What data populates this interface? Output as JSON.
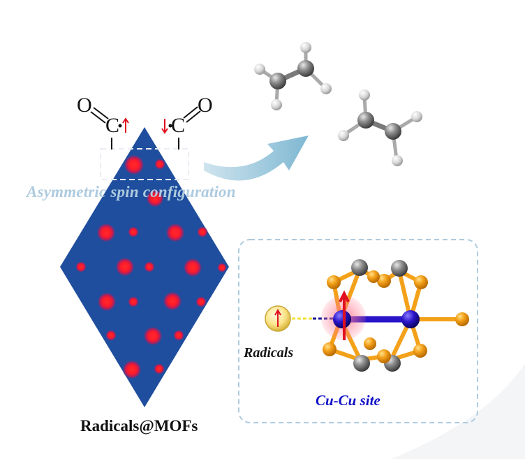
{
  "co_left": {
    "o": "O",
    "c": "C"
  },
  "co_right": {
    "c": "C",
    "o": "O"
  },
  "spin_caption": "Asymmetric spin configuration",
  "radicals_label": "Radicals",
  "site_label": "Cu-Cu site",
  "mof_label": "Radicals@MOFs",
  "colors": {
    "framework": "#1f4e9e",
    "hotspot": "#ff1a2a",
    "arrow": "#8fc2d8",
    "copper": "#f4a11a",
    "cu_core": "#2a14c9",
    "carbon": "#7a7a7a",
    "site_label": "#1010c8"
  }
}
